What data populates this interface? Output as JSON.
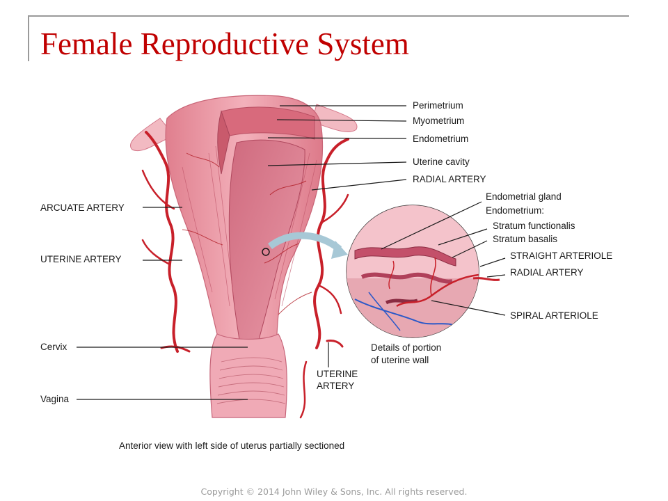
{
  "slide": {
    "title": "Female Reproductive System",
    "copyright": "Copyright © 2014 John Wiley & Sons, Inc. All rights reserved."
  },
  "figure": {
    "caption": "Anterior view with left side of uterus partially sectioned",
    "inset_caption": [
      "Details of portion",
      "of uterine wall"
    ],
    "labels_right": {
      "perimetrium": "Perimetrium",
      "myometrium": "Myometrium",
      "endometrium": "Endometrium",
      "uterine_cavity": "Uterine cavity",
      "radial_artery": "RADIAL ARTERY"
    },
    "labels_left": {
      "arcuate_artery": "ARCUATE ARTERY",
      "uterine_artery": "UTERINE ARTERY",
      "cervix": "Cervix",
      "vagina": "Vagina"
    },
    "labels_inset": {
      "endometrial_gland": "Endometrial gland",
      "endometrium": "Endometrium:",
      "stratum_functionalis": "Stratum functionalis",
      "stratum_basalis": "Stratum basalis",
      "straight_arteriole": "STRAIGHT ARTERIOLE",
      "radial_artery": "RADIAL ARTERY",
      "spiral_arteriole": "SPIRAL ARTERIOLE"
    },
    "labels_bottom": {
      "uterine_artery": [
        "UTERINE",
        "ARTERY"
      ]
    }
  },
  "colors": {
    "title": "#c00000",
    "tissue": "#e98f9c",
    "tissue_dark": "#c95a6c",
    "artery": "#c8202a",
    "vein": "#2a58c8"
  }
}
